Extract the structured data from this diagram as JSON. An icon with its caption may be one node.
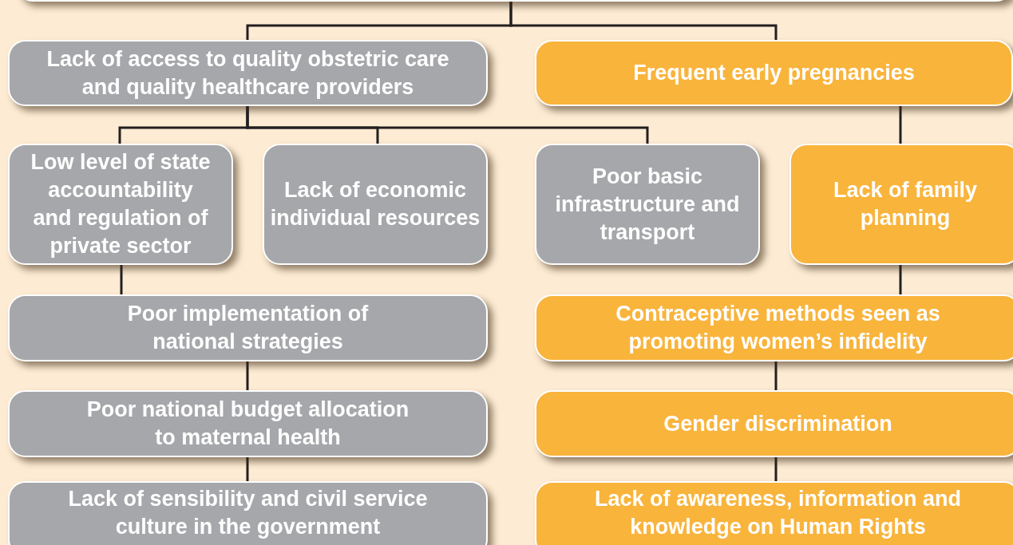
{
  "diagram": {
    "nodes": [
      {
        "text": [],
        "shape": "box"
      },
      {
        "text": [
          "Lack of access to quality obstetric care and quality healthcare providers"
        ]
      },
      {
        "text": [
          "Frequent early pregnancies"
        ]
      },
      {
        "text": [
          "Low level of state accountability and regulation of private sector"
        ]
      },
      {
        "text": [
          "Lack of economic individual resources"
        ]
      },
      {
        "text": [
          "Poor basic infrastructure and transport"
        ]
      },
      {
        "text": [
          "Lack of family planning"
        ]
      },
      {
        "text": [
          "Poor implementation of national strategies"
        ]
      },
      {
        "text": [
          "Contraceptive methods seen as promoting women’s infidelity"
        ]
      },
      {
        "text": [
          "Poor national budget allocation to maternal health"
        ]
      },
      {
        "text": [
          "Gender discrimination"
        ]
      },
      {
        "text": [
          "Lack of sensibility and civil service culture in the government"
        ]
      },
      {
        "text": [
          "Lack of awareness, information and knowledge on Human Rights"
        ]
      }
    ],
    "edges": [
      {
        "from": 0,
        "to": 1,
        "arrow": "none"
      },
      {
        "from": 0,
        "to": 2,
        "arrow": "none"
      },
      {
        "from": 1,
        "to": 3,
        "arrow": "none"
      },
      {
        "from": 1,
        "to": 4,
        "arrow": "none"
      },
      {
        "from": 1,
        "to": 5,
        "arrow": "none"
      },
      {
        "from": 2,
        "to": 6,
        "arrow": "none"
      },
      {
        "from": 3,
        "to": 7,
        "arrow": "none"
      },
      {
        "from": 6,
        "to": 8,
        "arrow": "none"
      },
      {
        "from": 7,
        "to": 9,
        "arrow": "none"
      },
      {
        "from": 8,
        "to": 10,
        "arrow": "none"
      },
      {
        "from": 9,
        "to": 11,
        "arrow": "none"
      },
      {
        "from": 10,
        "to": 12,
        "arrow": "none"
      }
    ]
  }
}
